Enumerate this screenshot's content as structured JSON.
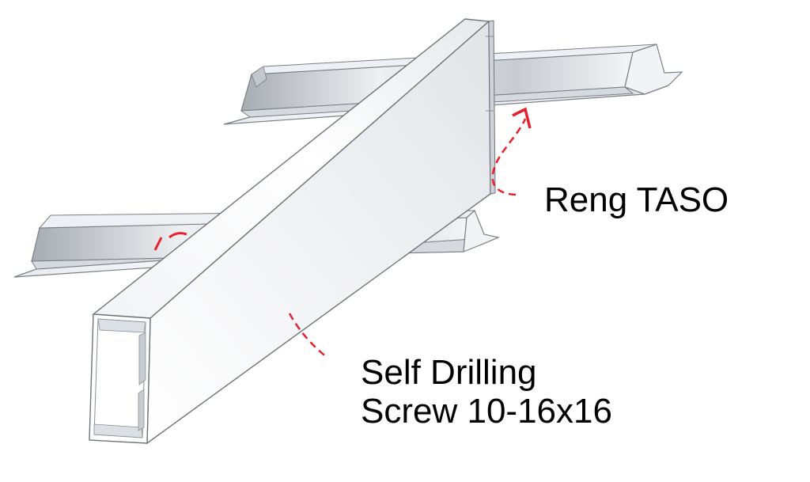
{
  "labels": {
    "reng_taso": "Reng TASO",
    "screw_line1": "Self Drilling",
    "screw_line2": "Screw 10-16x16"
  },
  "colors": {
    "callout": "#e8202a",
    "steel_light": "#f4f5f7",
    "steel_mid": "#d4d7dc",
    "steel_dark": "#9aa0a8",
    "outline": "#6f747b",
    "text": "#000000"
  }
}
